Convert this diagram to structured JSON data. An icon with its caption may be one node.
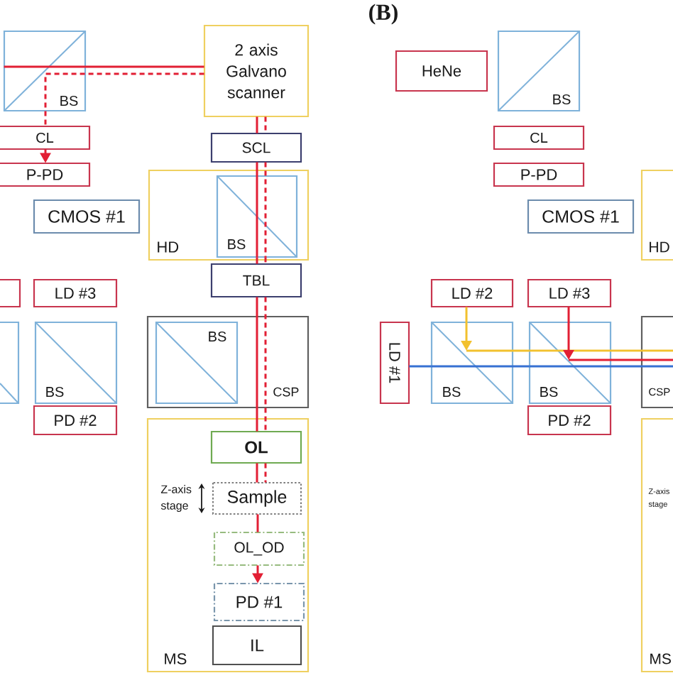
{
  "diagram": {
    "nodes": [
      {
        "text": [
          "BS"
        ]
      },
      {
        "text": [
          "2 axis Galvano scanner"
        ]
      },
      {
        "text": [
          "CL"
        ]
      },
      {
        "text": [
          "P-PD"
        ]
      },
      {
        "text": [
          "CMOS #1"
        ]
      },
      {
        "text": [
          "SCL"
        ]
      },
      {
        "text": [
          "HD"
        ]
      },
      {
        "text": [
          "BS"
        ],
        "in": 6
      },
      {
        "text": [
          "TBL"
        ]
      },
      {
        "text": [
          "CSP"
        ]
      },
      {
        "text": [
          "BS"
        ],
        "in": 9
      },
      {
        "text": [
          "MS"
        ]
      },
      {
        "text": [
          "OL"
        ],
        "in": 11
      },
      {
        "text": [
          "Sample"
        ],
        "in": 11,
        "beside": [
          "Z-axis stage"
        ]
      },
      {
        "text": [
          "OL_OD"
        ],
        "in": 11
      },
      {
        "text": [
          "PD #1"
        ],
        "in": 11
      },
      {
        "text": [
          "IL"
        ],
        "in": 11
      },
      {
        "text": [],
        "shape": "box"
      },
      {
        "text": [],
        "shape": "box"
      },
      {
        "text": [
          "LD #3"
        ]
      },
      {
        "text": [
          "BS"
        ]
      },
      {
        "text": [
          "PD #2"
        ]
      },
      {
        "text": [
          "HeNe"
        ]
      },
      {
        "text": [
          "BS"
        ]
      },
      {
        "text": [
          "CL"
        ]
      },
      {
        "text": [
          "P-PD"
        ]
      },
      {
        "text": [
          "CMOS #1"
        ]
      },
      {
        "text": [
          "HD"
        ]
      },
      {
        "text": [
          "LD #2"
        ]
      },
      {
        "text": [
          "LD #3"
        ]
      },
      {
        "text": [
          "LD #1"
        ]
      },
      {
        "text": [
          "BS"
        ]
      },
      {
        "text": [
          "BS"
        ]
      },
      {
        "text": [
          "PD #2"
        ]
      },
      {
        "text": [
          "CSP"
        ]
      },
      {
        "text": [
          "MS"
        ]
      }
    ],
    "edges": [
      {
        "from": 0,
        "to": 1,
        "arrow": "none"
      },
      {
        "from": 1,
        "to": 0,
        "arrow": "none",
        "style": "dashed"
      },
      {
        "from": 0,
        "to": 2,
        "arrow": "none",
        "style": "dashed"
      },
      {
        "from": 2,
        "to": 3,
        "arrow": "to",
        "style": "dashed"
      },
      {
        "from": 1,
        "to": 5,
        "arrow": "none"
      },
      {
        "from": 1,
        "to": 5,
        "arrow": "none",
        "style": "dashed"
      },
      {
        "from": 5,
        "to": 7,
        "arrow": "none"
      },
      {
        "from": 5,
        "to": 7,
        "arrow": "none",
        "style": "dashed"
      },
      {
        "from": 7,
        "to": 8,
        "arrow": "none"
      },
      {
        "from": 7,
        "to": 8,
        "arrow": "none",
        "style": "dashed"
      },
      {
        "from": 8,
        "to": 12,
        "arrow": "none"
      },
      {
        "from": 8,
        "to": 12,
        "arrow": "none",
        "style": "dashed"
      },
      {
        "from": 12,
        "to": 13,
        "arrow": "none"
      },
      {
        "from": 12,
        "to": 13,
        "arrow": "none",
        "style": "dashed"
      },
      {
        "from": 13,
        "to": 14,
        "arrow": "none"
      },
      {
        "from": 14,
        "to": 15,
        "arrow": "to"
      },
      {
        "from": 28,
        "to": 31,
        "arrow": "to",
        "color": "#f2c12e"
      },
      {
        "from": 31,
        "to": 32,
        "arrow": "none",
        "color": "#f2c12e"
      },
      {
        "from": 32,
        "to": 34,
        "arrow": "none",
        "color": "#f2c12e"
      },
      {
        "from": 29,
        "to": 32,
        "arrow": "to"
      },
      {
        "from": 32,
        "to": 34,
        "arrow": "none"
      },
      {
        "from": 30,
        "to": 31,
        "arrow": "none",
        "color": "#3670d2"
      },
      {
        "from": 31,
        "to": 32,
        "arrow": "none",
        "color": "#3670d2"
      },
      {
        "from": 32,
        "to": 34,
        "arrow": "none",
        "color": "#3670d2"
      }
    ],
    "labels": [
      "(B)",
      "Z-axis stage"
    ]
  }
}
